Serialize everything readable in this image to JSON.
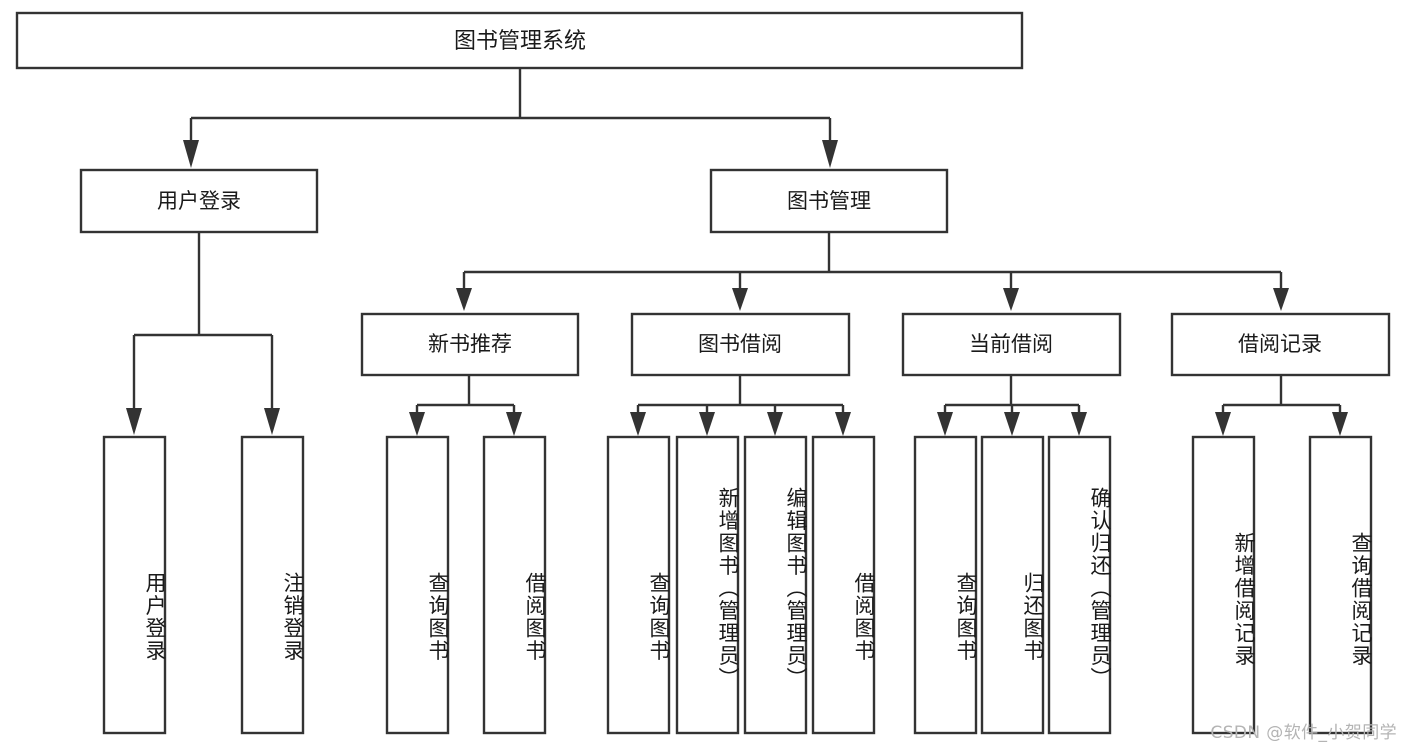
{
  "diagram": {
    "type": "tree-hierarchy-chart",
    "title": "图书管理系统",
    "watermark": "CSDN @软件_小贺同学",
    "colors": {
      "stroke": "#333333",
      "fill": "#ffffff",
      "text": "#1a1a1a",
      "watermark": "#b4b4b4",
      "background": "#ffffff"
    },
    "levels": {
      "root": {
        "label": "图书管理系统"
      },
      "level2": [
        {
          "label": "用户登录"
        },
        {
          "label": "图书管理"
        }
      ],
      "level3": [
        {
          "label": "新书推荐"
        },
        {
          "label": "图书借阅"
        },
        {
          "label": "当前借阅"
        },
        {
          "label": "借阅记录"
        }
      ],
      "leaves": {
        "user_login": [
          {
            "label": "用户登录"
          },
          {
            "label": "注销登录"
          }
        ],
        "new_book_recommend": [
          {
            "label": "查询图书"
          },
          {
            "label": "借阅图书"
          }
        ],
        "book_borrow": [
          {
            "label": "查询图书"
          },
          {
            "label": "新增图书（管理员）"
          },
          {
            "label": "编辑图书（管理员）"
          },
          {
            "label": "借阅图书"
          }
        ],
        "current_borrow": [
          {
            "label": "查询图书"
          },
          {
            "label": "归还图书"
          },
          {
            "label": "确认归还（管理员）"
          }
        ],
        "borrow_record": [
          {
            "label": "新增借阅记录"
          },
          {
            "label": "查询借阅记录"
          }
        ]
      }
    }
  }
}
